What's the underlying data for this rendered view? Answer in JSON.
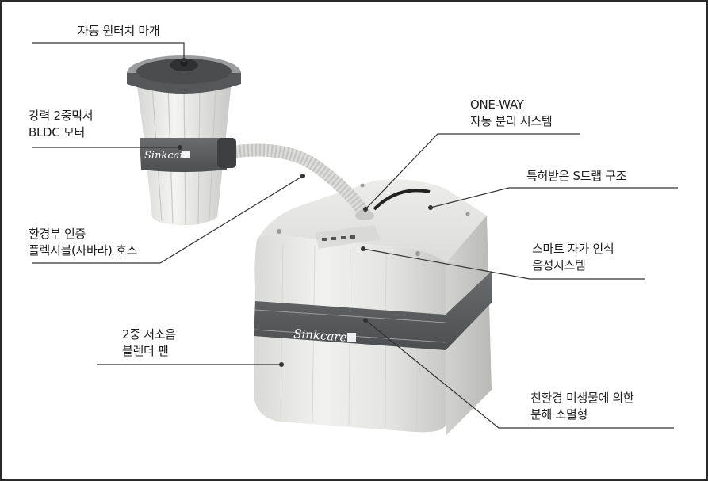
{
  "callouts": {
    "lid": {
      "line1": "자동 원터치 마개"
    },
    "motor": {
      "line1": "강력 2중믹서",
      "line2": "BLDC 모터"
    },
    "hose": {
      "line1": "환경부 인증",
      "line2": "플렉시블(자바라) 호스"
    },
    "fan": {
      "line1": "2중 저소음",
      "line2": "블렌더 팬"
    },
    "oneway": {
      "line1": "ONE-WAY",
      "line2": "자동 분리 시스템"
    },
    "trap": {
      "line1": "특허받은 S트랩 구조"
    },
    "voice": {
      "line1": "스마트 자가 인식",
      "line2": "음성시스템"
    },
    "eco": {
      "line1": "친환경 미생물에 의한",
      "line2": "분해 소멸형"
    }
  },
  "brand": {
    "name": "Sinkcare"
  },
  "colors": {
    "body": "#e6e6e4",
    "band": "#5b5d5f",
    "text": "#1e1e1e",
    "line": "#333333"
  }
}
